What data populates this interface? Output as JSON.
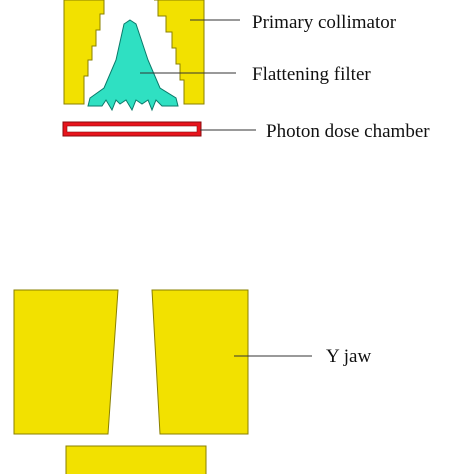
{
  "labels": {
    "primary_collimator": "Primary collimator",
    "flattening_filter": "Flattening filter",
    "photon_dose_chamber": "Photon dose chamber",
    "y_jaw": "Y jaw"
  },
  "colors": {
    "collimator_yellow": "#f2e100",
    "collimator_outline": "#8a8000",
    "filter_cyan": "#2fe0c2",
    "filter_outline": "#0a7a6a",
    "chamber_red": "#e8141c",
    "leader_line": "#333333"
  }
}
